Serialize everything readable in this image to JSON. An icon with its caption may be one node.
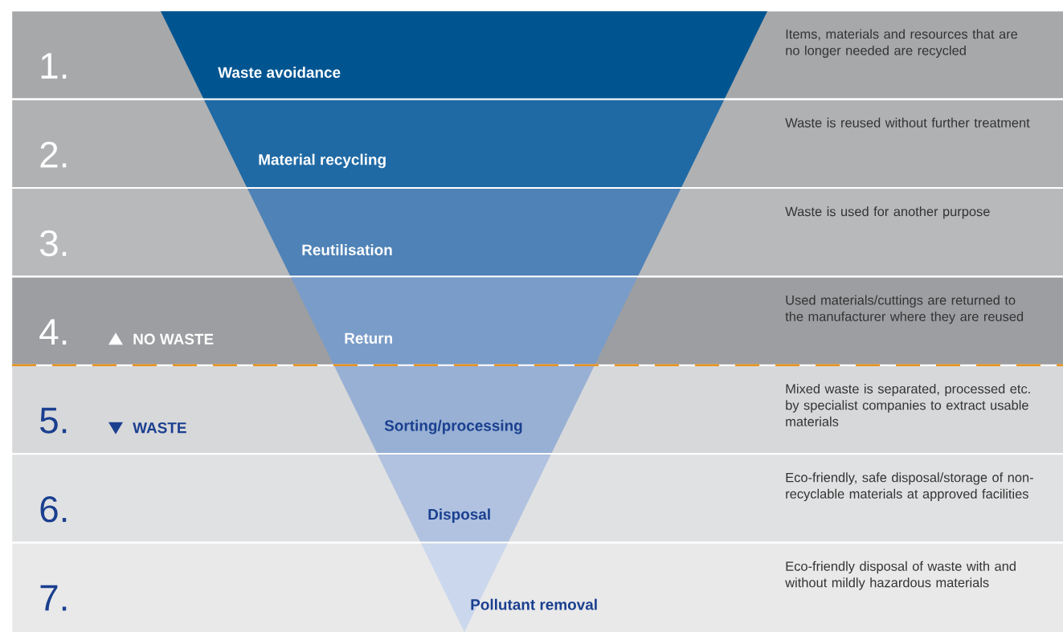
{
  "diagram": {
    "nodes": [
      {
        "text": [
          "1.",
          "Items, materials and resources that are no longer needed are recycled"
        ]
      },
      {
        "text": [
          "Waste avoidance"
        ],
        "in": 0
      },
      {
        "text": [
          "2.",
          "Waste is reused without further treatment"
        ]
      },
      {
        "text": [
          "Material recycling"
        ],
        "in": 2
      },
      {
        "text": [
          "3.",
          "Waste is used for another purpose"
        ]
      },
      {
        "text": [
          "Reutilisation"
        ],
        "in": 4
      },
      {
        "text": [
          "4.",
          "Used materials/cuttings are returned to the manufacturer where they are reused"
        ]
      },
      {
        "text": [
          "Return"
        ],
        "in": 6
      },
      {
        "text": [
          "5.",
          "Mixed waste is separated, processed etc. by specialist companies to extract usable materials"
        ]
      },
      {
        "text": [
          "Sorting/processing"
        ],
        "in": 8
      },
      {
        "text": [
          "6.",
          "Eco-friendly, safe disposal/storage of non-recyclable materials at approved facilities"
        ]
      },
      {
        "text": [
          "Disposal"
        ],
        "in": 10
      },
      {
        "text": [
          "7.",
          "Eco-friendly disposal of waste with and without mildly hazardous materials"
        ]
      },
      {
        "text": [
          "Pollutant removal"
        ],
        "in": 12
      }
    ],
    "labels": [
      "NO WASTE",
      "WASTE"
    ]
  }
}
